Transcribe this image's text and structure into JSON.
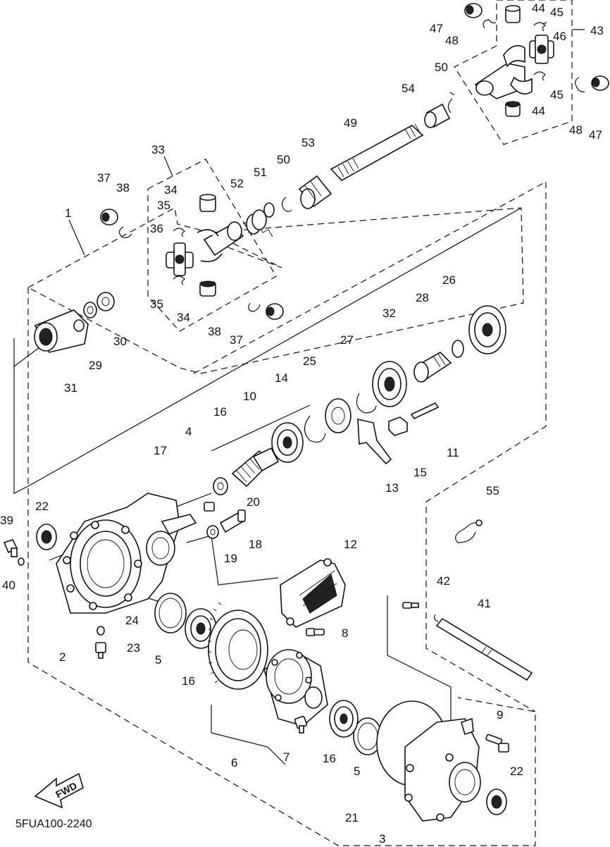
{
  "diagram": {
    "code": "5FUA100-2240",
    "fwd_label": "FWD",
    "callouts": [
      "1",
      "2",
      "3",
      "4",
      "5",
      "5",
      "6",
      "7",
      "8",
      "9",
      "10",
      "11",
      "12",
      "13",
      "14",
      "15",
      "16",
      "16",
      "16",
      "16",
      "17",
      "18",
      "19",
      "20",
      "21",
      "22",
      "22",
      "23",
      "24",
      "25",
      "26",
      "27",
      "28",
      "29",
      "30",
      "31",
      "32",
      "33",
      "34",
      "34",
      "35",
      "35",
      "36",
      "37",
      "37",
      "38",
      "38",
      "39",
      "40",
      "41",
      "42",
      "43",
      "44",
      "44",
      "45",
      "45",
      "46",
      "47",
      "47",
      "48",
      "48",
      "49",
      "50",
      "50",
      "51",
      "52",
      "53",
      "54",
      "55"
    ]
  }
}
